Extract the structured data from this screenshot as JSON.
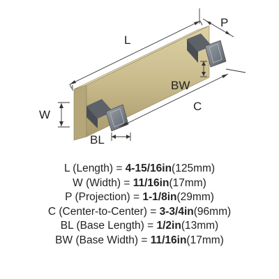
{
  "diagram": {
    "labels": {
      "length": "L",
      "projection": "P",
      "width": "W",
      "base_width": "BW",
      "center": "C",
      "base_length": "BL"
    }
  },
  "specs": [
    {
      "key": "L (Length) = ",
      "value": "4-15/16in",
      "metric": "(125mm)"
    },
    {
      "key": "W (Width) = ",
      "value": "11/16in",
      "metric": "(17mm)"
    },
    {
      "key": "P (Projection) = ",
      "value": "1-1/8in",
      "metric": "(29mm)"
    },
    {
      "key": "C (Center-to-Center) = ",
      "value": "3-3/4in",
      "metric": "(96mm)"
    },
    {
      "key": "BL (Base Length) = ",
      "value": "1/2in",
      "metric": "(13mm)"
    },
    {
      "key": "BW (Base Width) = ",
      "value": "11/16in",
      "metric": "(17mm)"
    }
  ],
  "colors": {
    "brass": "#c9bb8c",
    "brass_dark": "#a89a6c",
    "metal": "#7f858d",
    "metal_dark": "#555a60",
    "line": "#333333"
  }
}
